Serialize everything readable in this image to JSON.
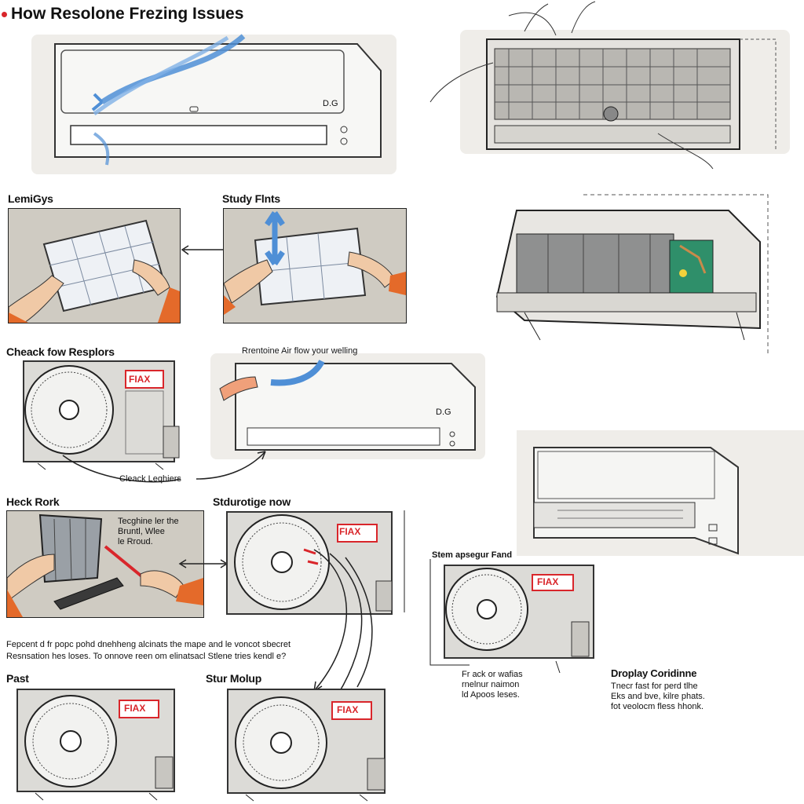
{
  "title": "How Resolone Frezing Issues",
  "labels": {
    "lemings": "LemiGys",
    "study_flints": "Study Flnts",
    "check_fow": "Cheack fow Resplors",
    "rentoine": "Rrentoine Air flow your welling",
    "check_lechers": "Cleack Leqhiers",
    "heck_rork": "Heck Rork",
    "stduro": "Stdurotige now",
    "tonight": [
      "Tecghine ler the",
      "Bruntl, Wlee",
      "le Rroud."
    ],
    "stem": "Stem apsegur Fand",
    "note_lines": [
      "Fepcent d fr popc pohd dnehheng alcinats the mape and le voncot sbecret",
      "Resnsation hes loses. To onnove reen om elinatsacl Stlene tries kendl e?"
    ],
    "past": "Past",
    "stur_molup": "Stur Molup",
    "fr_ack": [
      "Fr ack or wafias",
      "rnelnur naimon",
      "ld Apoos leses."
    ],
    "dropl_title": "Droplay Coridinne",
    "dropl_lines": [
      "Tnecr fast for perd tlhe",
      "Eks and bve, kilre phats.",
      "fot veolocm fless hhonk."
    ]
  },
  "unit_badge": "FIAX",
  "panel_mark": "D.G",
  "colors": {
    "accent_red": "#d9262b",
    "arrow_blue": "#4f8fd6",
    "sleeve_orange": "#e46a2a",
    "panel_bg": "#cfcbc2",
    "pcb_green": "#2f8f6a"
  }
}
